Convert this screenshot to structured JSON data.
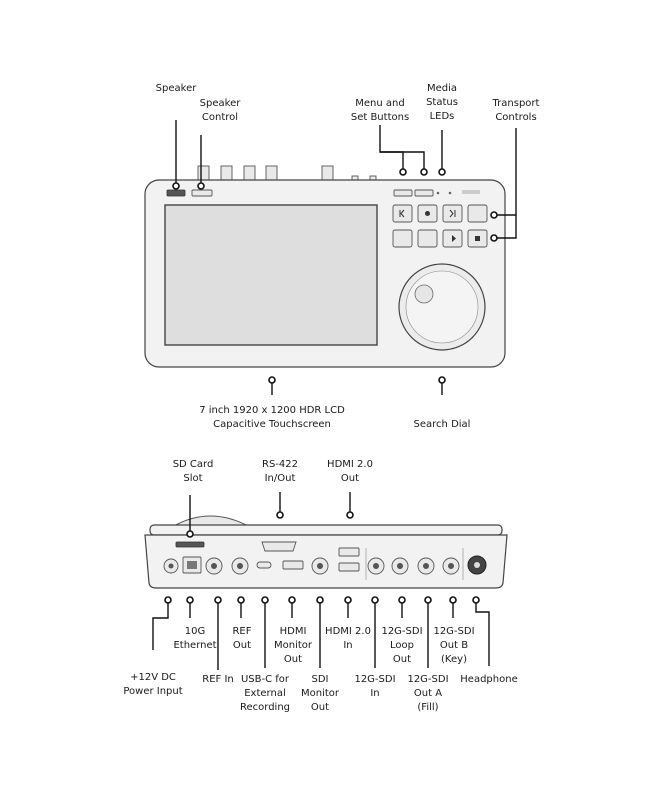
{
  "top_view": {
    "callouts": [
      {
        "id": "speaker",
        "text": "Speaker"
      },
      {
        "id": "speaker-control",
        "text": "Speaker\nControl"
      },
      {
        "id": "menu-set",
        "text": "Menu and\nSet Buttons"
      },
      {
        "id": "media-leds",
        "text": "Media\nStatus\nLEDs"
      },
      {
        "id": "transport",
        "text": "Transport\nControls"
      },
      {
        "id": "lcd",
        "text": "7 inch 1920 x 1200 HDR LCD\nCapacitive Touchscreen"
      },
      {
        "id": "search-dial",
        "text": "Search Dial"
      }
    ]
  },
  "rear_view": {
    "callouts": [
      {
        "id": "sd-card",
        "text": "SD Card\nSlot"
      },
      {
        "id": "rs422",
        "text": "RS-422\nIn/Out"
      },
      {
        "id": "hdmi-out",
        "text": "HDMI 2.0\nOut"
      },
      {
        "id": "dc-power",
        "text": "+12V DC\nPower Input"
      },
      {
        "id": "ethernet",
        "text": "10G\nEthernet"
      },
      {
        "id": "ref-in",
        "text": "REF In"
      },
      {
        "id": "ref-out",
        "text": "REF\nOut"
      },
      {
        "id": "usb-c",
        "text": "USB-C for\nExternal\nRecording"
      },
      {
        "id": "hdmi-monitor",
        "text": "HDMI\nMonitor\nOut"
      },
      {
        "id": "sdi-monitor",
        "text": "SDI\nMonitor\nOut"
      },
      {
        "id": "hdmi-in",
        "text": "HDMI 2.0\nIn"
      },
      {
        "id": "sdi-in",
        "text": "12G-SDI\nIn"
      },
      {
        "id": "sdi-loop",
        "text": "12G-SDI\nLoop\nOut"
      },
      {
        "id": "sdi-out-a",
        "text": "12G-SDI\nOut A\n(Fill)"
      },
      {
        "id": "sdi-out-b",
        "text": "12G-SDI\nOut B\n(Key)"
      },
      {
        "id": "headphone",
        "text": "Headphone"
      }
    ]
  }
}
